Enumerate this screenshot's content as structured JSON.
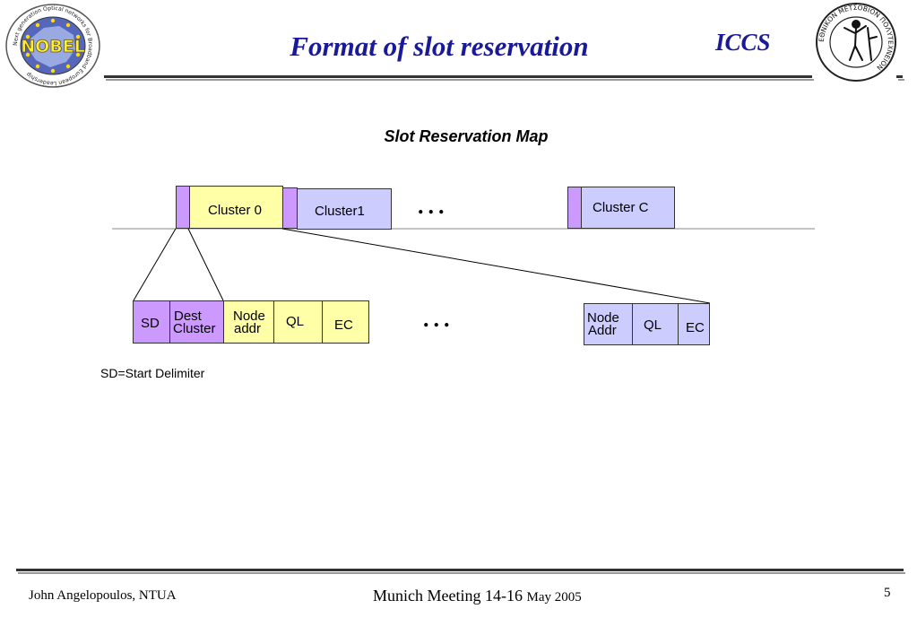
{
  "header": {
    "title": "Format of slot reservation",
    "institute": "ICCS",
    "left_logo_name": "NOBEL",
    "left_logo_ring_text": "Next generation Optical networks for Broadband European Leadership",
    "right_logo_ring_text": "ΕΘΝΙΚΟΝ ΜΕΤΣΟΒΙΟΝ ΠΟΛΥΤΕΧΝΕΙΟΝ"
  },
  "diagram": {
    "subtitle": "Slot Reservation Map",
    "top_row": {
      "cluster0": "Cluster 0",
      "cluster1": "Cluster1",
      "clusterC": "Cluster C",
      "ellipsis": "..."
    },
    "bottom_row": {
      "sd": "SD",
      "dest_line1": "Dest",
      "dest_line2": "Cluster",
      "node_line1": "Node",
      "node_line2": "addr",
      "ql": "QL",
      "ec": "EC",
      "ellipsis": "...",
      "node2_line1": "Node",
      "node2_line2": "Addr",
      "ql2": "QL",
      "ec2": "EC"
    },
    "note": "SD=Start Delimiter"
  },
  "footer": {
    "author": "John Angelopoulos, NTUA",
    "meeting": "Munich Meeting 14-16",
    "date": "May 2005",
    "page": "5"
  },
  "colors": {
    "title": "#1a1a99",
    "yellow_box": "#ffffa8",
    "purple_box": "#cc99ff",
    "blue_box": "#ccccff"
  }
}
